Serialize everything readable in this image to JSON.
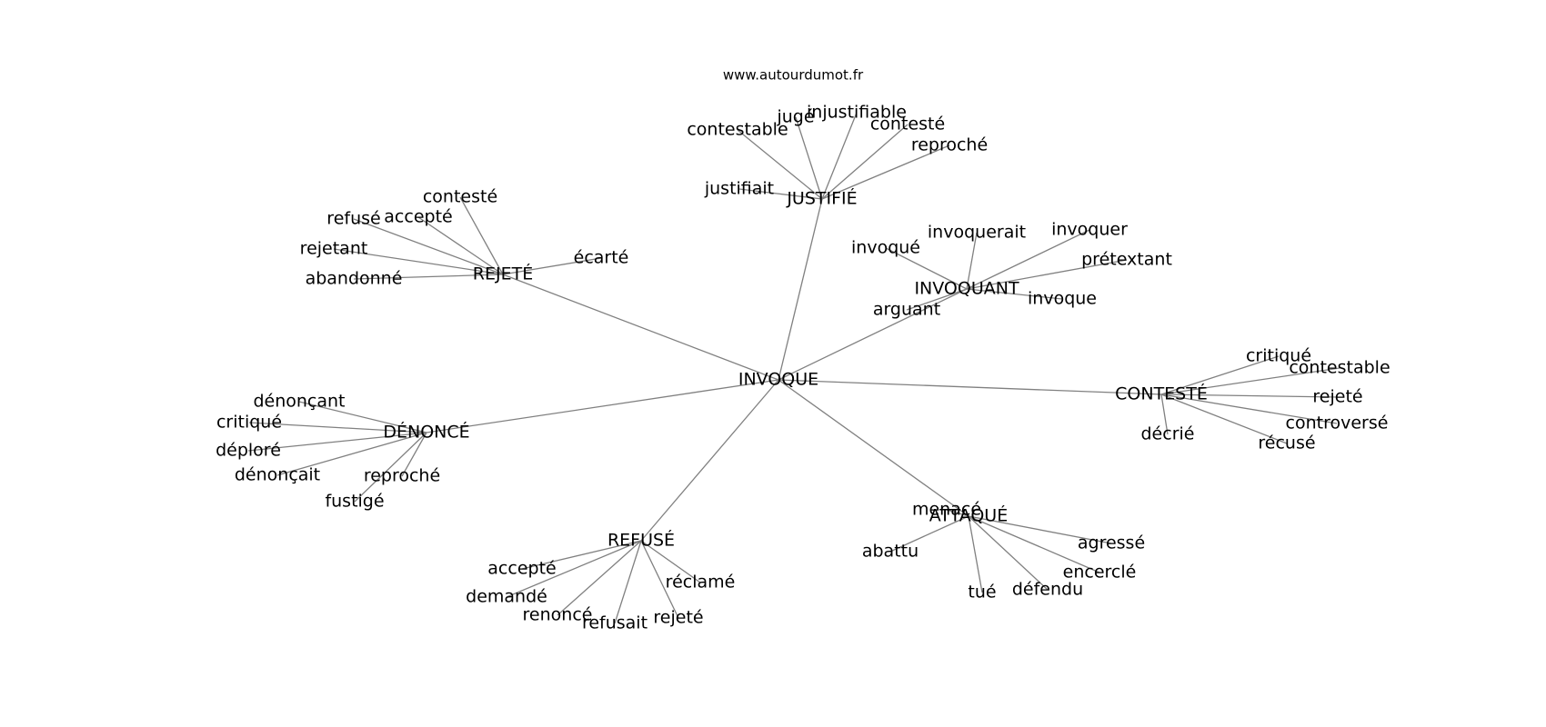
{
  "watermark": "www.autourdumot.fr",
  "center": "INVOQUE",
  "hubs": [
    {
      "id": "justifie",
      "label": "JUSTIFIÉ",
      "leaves": [
        "contestable",
        "jugé",
        "injustifiable",
        "contesté",
        "reproché",
        "justifiait"
      ]
    },
    {
      "id": "rejete",
      "label": "REJETÉ",
      "leaves": [
        "contesté",
        "refusé",
        "accepté",
        "rejetant",
        "abandonné",
        "écarté"
      ]
    },
    {
      "id": "invoquant",
      "label": "INVOQUANT",
      "leaves": [
        "invoqué",
        "invoquerait",
        "invoquer",
        "prétextant",
        "invoque",
        "arguant"
      ]
    },
    {
      "id": "conteste",
      "label": "CONTESTÉ",
      "leaves": [
        "critiqué",
        "contestable",
        "rejeté",
        "controversé",
        "récusé",
        "décrié"
      ]
    },
    {
      "id": "denonce",
      "label": "DÉNONCÉ",
      "leaves": [
        "dénonçant",
        "critiqué",
        "déploré",
        "dénonçait",
        "reproché",
        "fustigé"
      ]
    },
    {
      "id": "attaque",
      "label": "ATTAQUÉ",
      "leaves": [
        "menacé",
        "abattu",
        "agressé",
        "encerclé",
        "défendu",
        "tué"
      ]
    },
    {
      "id": "refuse",
      "label": "REFUSÉ",
      "leaves": [
        "accepté",
        "demandé",
        "renoncé",
        "refusait",
        "rejeté",
        "réclamé"
      ]
    }
  ]
}
